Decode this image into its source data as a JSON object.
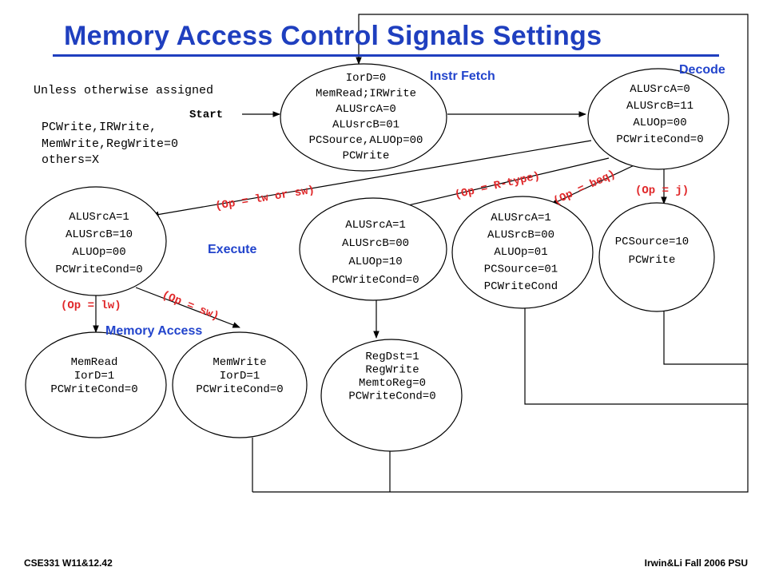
{
  "title": "Memory Access Control Signals Settings",
  "note": {
    "unless": "Unless otherwise assigned",
    "start": "Start",
    "lines": [
      "PCWrite,IRWrite,",
      "MemWrite,RegWrite=0",
      "others=X"
    ]
  },
  "stages": {
    "instr_fetch": "Instr Fetch",
    "decode": "Decode",
    "execute": "Execute",
    "memory_access": "Memory Access"
  },
  "states": {
    "fetch": [
      "IorD=0",
      "MemRead;IRWrite",
      "ALUSrcA=0",
      "ALUsrcB=01",
      "PCSource,ALUOp=00",
      "PCWrite"
    ],
    "decode": [
      "ALUSrcA=0",
      "ALUSrcB=11",
      "ALUOp=00",
      "PCWriteCond=0"
    ],
    "mem_addr": [
      "ALUSrcA=1",
      "ALUSrcB=10",
      "ALUOp=00",
      "PCWriteCond=0"
    ],
    "rtype_exec": [
      "ALUSrcA=1",
      "ALUSrcB=00",
      "ALUOp=10",
      "PCWriteCond=0"
    ],
    "beq": [
      "ALUSrcA=1",
      "ALUSrcB=00",
      "ALUOp=01",
      "PCSource=01",
      "PCWriteCond"
    ],
    "jump": [
      "PCSource=10",
      "PCWrite"
    ],
    "mem_read": [
      "MemRead",
      "IorD=1",
      "PCWriteCond=0"
    ],
    "mem_write": [
      "MemWrite",
      "IorD=1",
      "PCWriteCond=0"
    ],
    "rtype_wb": [
      "RegDst=1",
      "RegWrite",
      "MemtoReg=0",
      "PCWriteCond=0"
    ]
  },
  "conditions": {
    "lw_or_sw": "(Op = lw or sw)",
    "rtype": "(Op = R-type)",
    "beq": "(Op = beq)",
    "j": "(Op = j)",
    "lw": "(Op = lw)",
    "sw": "(Op = sw)"
  },
  "footer": {
    "left": "CSE331 W11&12.42",
    "right": "Irwin&Li Fall 2006 PSU"
  }
}
